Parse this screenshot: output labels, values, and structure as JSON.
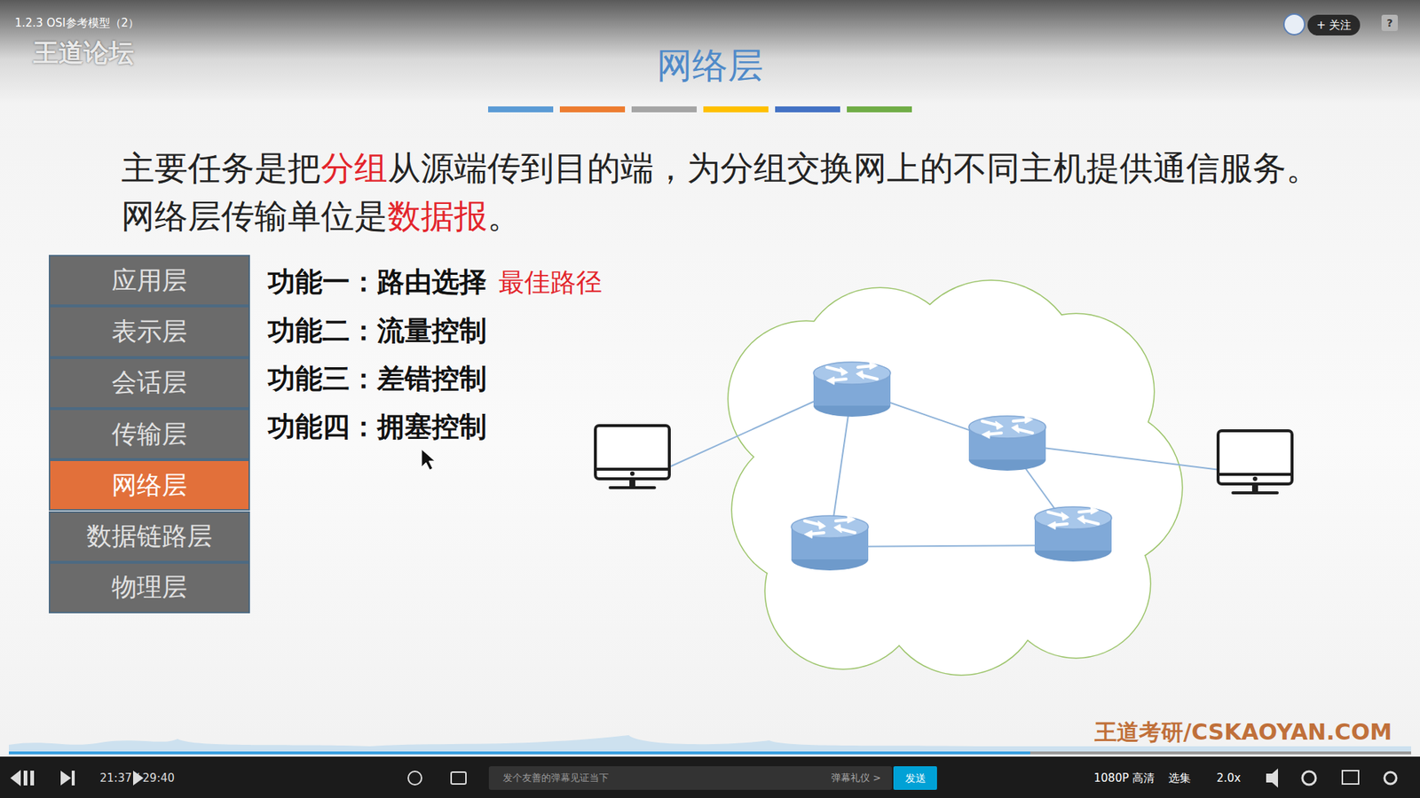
{
  "diagram": {
    "title": "网络层",
    "nodes": [
      {
        "text": [
          "应用层"
        ]
      },
      {
        "text": [
          "表示层"
        ]
      },
      {
        "text": [
          "会话层"
        ]
      },
      {
        "text": [
          "传输层"
        ]
      },
      {
        "text": [
          "网络层"
        ]
      },
      {
        "text": [
          "数据链路层"
        ]
      },
      {
        "text": [
          "物理层"
        ]
      }
    ],
    "labels": [
      "1.2.3 OSI参考模型（2）",
      "王道论坛",
      "+ 关注",
      "?",
      "主要任务是把",
      "分组",
      "从源端传到目的端，为分组交换网上的不同主机提供通信服务。",
      "网络层传输单位是",
      "数据报",
      "。",
      "功能一：路由选择",
      "最佳路径",
      "功能二：流量控制",
      "功能三：差错控制",
      "功能四：拥塞控制",
      "21:37 / 29:40",
      "发个友善的弹幕见证当下",
      "弹幕礼仪 >",
      "发送",
      "1080P 高清",
      "选集",
      "2.0x",
      "王道考研/CSKAOYAN.COM"
    ]
  }
}
